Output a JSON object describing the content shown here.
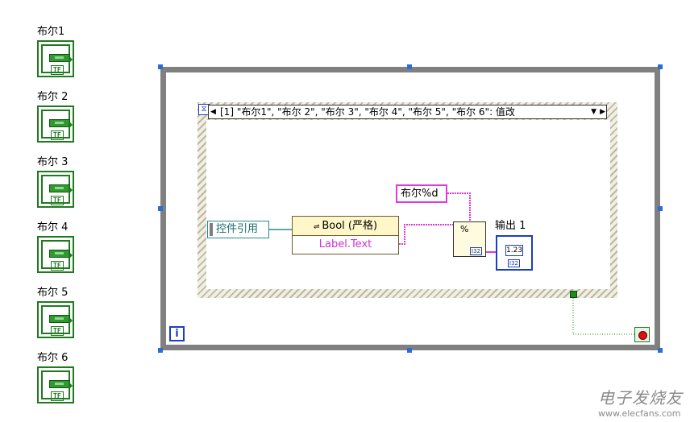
{
  "booleans": [
    {
      "label": "布尔1"
    },
    {
      "label": "布尔 2"
    },
    {
      "label": "布尔 3"
    },
    {
      "label": "布尔 4"
    },
    {
      "label": "布尔 5"
    },
    {
      "label": "布尔 6"
    }
  ],
  "bool_terminal_text": "TF",
  "event_case": {
    "header": "[1] \"布尔1\", \"布尔 2\", \"布尔 3\", \"布尔 4\", \"布尔 5\", \"布尔 6\": 值改"
  },
  "control_ref": {
    "label": "控件引用"
  },
  "property_node": {
    "class": "Bool (严格)",
    "property": "Label.Text"
  },
  "format_constant": {
    "value": "布尔%d"
  },
  "format_node": {
    "symbol": "%",
    "type": "I32"
  },
  "indicator": {
    "label": "输出 1",
    "value": "1.23",
    "type": "I32"
  },
  "iteration_terminal": {
    "symbol": "i"
  },
  "watermark": {
    "cn": "电子发烧友",
    "en": "www.elecfans.com"
  },
  "colors": {
    "boolean": "#1f7a1f",
    "string": "#e03ad6",
    "integer": "#1b3fbf",
    "frame": "#808080",
    "refnum": "#2a8a8a"
  }
}
